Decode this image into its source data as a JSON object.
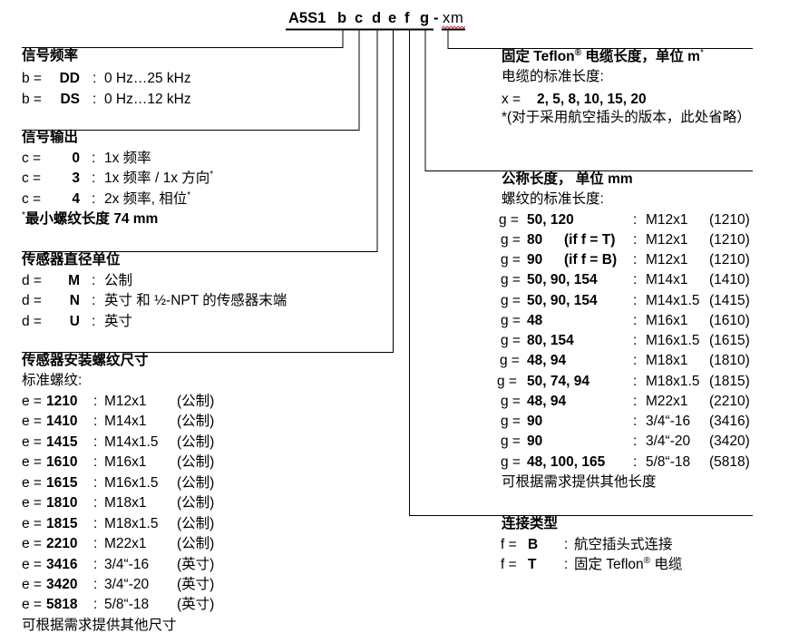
{
  "title": {
    "model": "A5S1",
    "codes": [
      "b",
      "c",
      "d",
      "e",
      "f",
      "g"
    ],
    "dash": "-",
    "x": "x",
    "m": "m"
  },
  "signal_frequency": {
    "heading": "信号频率",
    "rows": [
      {
        "label": "b =",
        "key": "DD",
        "sep": ":",
        "value": "0 Hz…25 kHz"
      },
      {
        "label": "b =",
        "key": "DS",
        "sep": ":",
        "value": "0 Hz…12 kHz"
      }
    ]
  },
  "signal_output": {
    "heading": "信号输出",
    "rows": [
      {
        "label": "c =",
        "key": "0",
        "sep": ":",
        "value": "1x 频率",
        "star": ""
      },
      {
        "label": "c =",
        "key": "3",
        "sep": ":",
        "value": "1x 频率 / 1x 方向",
        "star": "*"
      },
      {
        "label": "c =",
        "key": "4",
        "sep": ":",
        "value": "2x 频率, 相位",
        "star": "*"
      }
    ],
    "note_star": "*",
    "note": "最小螺纹长度 74 mm"
  },
  "sensor_diameter_unit": {
    "heading": "传感器直径单位",
    "rows": [
      {
        "label": "d =",
        "key": "M",
        "sep": ":",
        "value": "公制"
      },
      {
        "label": "d =",
        "key": "N",
        "sep": ":",
        "value": "英寸 和 ½-NPT 的传感器末端"
      },
      {
        "label": "d =",
        "key": "U",
        "sep": ":",
        "value": "英寸"
      }
    ]
  },
  "mounting_thread": {
    "heading": "传感器安装螺纹尺寸",
    "subheading": "标准螺纹:",
    "rows": [
      {
        "label": "e =",
        "key": "1210",
        "sep": ":",
        "spec": "M12x1",
        "unit": "(公制)"
      },
      {
        "label": "e =",
        "key": "1410",
        "sep": ":",
        "spec": "M14x1",
        "unit": "(公制)"
      },
      {
        "label": "e =",
        "key": "1415",
        "sep": ":",
        "spec": "M14x1.5",
        "unit": "(公制)"
      },
      {
        "label": "e =",
        "key": "1610",
        "sep": ":",
        "spec": "M16x1",
        "unit": "(公制)"
      },
      {
        "label": "e =",
        "key": "1615",
        "sep": ":",
        "spec": "M16x1.5",
        "unit": "(公制)"
      },
      {
        "label": "e =",
        "key": "1810",
        "sep": ":",
        "spec": "M18x1",
        "unit": "(公制)"
      },
      {
        "label": "e =",
        "key": "1815",
        "sep": ":",
        "spec": "M18x1.5",
        "unit": "(公制)"
      },
      {
        "label": "e =",
        "key": "2210",
        "sep": ":",
        "spec": "M22x1",
        "unit": "(公制)"
      },
      {
        "label": "e =",
        "key": "3416",
        "sep": ":",
        "spec": "3/4“-16",
        "unit": "(英寸)"
      },
      {
        "label": "e =",
        "key": "3420",
        "sep": ":",
        "spec": "3/4“-20",
        "unit": "(英寸)"
      },
      {
        "label": "e =",
        "key": "5818",
        "sep": ":",
        "spec": "5/8“-18",
        "unit": "(英寸)"
      }
    ],
    "footer": "可根据需求提供其他尺寸"
  },
  "cable_length": {
    "heading_prefix": "固定 Teflon",
    "heading_reg": "®",
    "heading_suffix": " 电缆长度，单位 m",
    "heading_star": "*",
    "subheading": "电缆的标准长度:",
    "label": "x =",
    "values": "2, 5, 8, 10, 15, 20",
    "note": "*(对于采用航空插头的版本，此处省略）"
  },
  "nominal_length": {
    "heading": "公称长度， 单位 mm",
    "subheading": "螺纹的标准长度:",
    "rows": [
      {
        "label": "g =",
        "key": "50, 120",
        "cond": "",
        "sep": ":",
        "spec": "M12x1",
        "code": "(1210)"
      },
      {
        "label": "g =",
        "key": "80",
        "cond": "(if f = T)",
        "sep": ":",
        "spec": "M12x1",
        "code": "(1210)"
      },
      {
        "label": "g =",
        "key": "90",
        "cond": "(if f = B)",
        "sep": ":",
        "spec": "M12x1",
        "code": "(1210)"
      },
      {
        "label": "g =",
        "key": "50, 90, 154",
        "cond": "",
        "sep": ":",
        "spec": "M14x1",
        "code": "(1410)"
      },
      {
        "label": "g =",
        "key": "50, 90, 154",
        "cond": "",
        "sep": ":",
        "spec": "M14x1.5",
        "code": "(1415)"
      },
      {
        "label": "g =",
        "key": "48",
        "cond": "",
        "sep": ":",
        "spec": "M16x1",
        "code": "(1610)"
      },
      {
        "label": "g =",
        "key": "80, 154",
        "cond": "",
        "sep": ":",
        "spec": "M16x1.5",
        "code": "(1615)"
      },
      {
        "label": "g =",
        "key": "48, 94",
        "cond": "",
        "sep": ":",
        "spec": "M18x1",
        "code": "(1810)"
      },
      {
        "label": "g =",
        "key": "50, 74, 94",
        "cond": "",
        "sep": ":",
        "spec": "M18x1.5",
        "code": "(1815)"
      },
      {
        "label": "g =",
        "key": "48, 94",
        "cond": "",
        "sep": ":",
        "spec": "M22x1",
        "code": "(2210)"
      },
      {
        "label": "g =",
        "key": "90",
        "cond": "",
        "sep": ":",
        "spec": "3/4“-16",
        "code": "(3416)"
      },
      {
        "label": "g =",
        "key": "90",
        "cond": "",
        "sep": ":",
        "spec": "3/4“-20",
        "code": "(3420)"
      },
      {
        "label": "g =",
        "key": "48, 100, 165",
        "cond": "",
        "sep": ":",
        "spec": "5/8“-18",
        "code": "(5818)"
      }
    ],
    "footer": "可根据需求提供其他长度"
  },
  "connection_type": {
    "heading": "连接类型",
    "rows": [
      {
        "label": "f =",
        "key": "B",
        "sep": ":",
        "value": "航空插头式连接"
      },
      {
        "label": "f =",
        "key": "T",
        "sep": ":",
        "value_prefix": "固定 Teflon",
        "value_reg": "®",
        "value_suffix": " 电缆"
      }
    ]
  }
}
